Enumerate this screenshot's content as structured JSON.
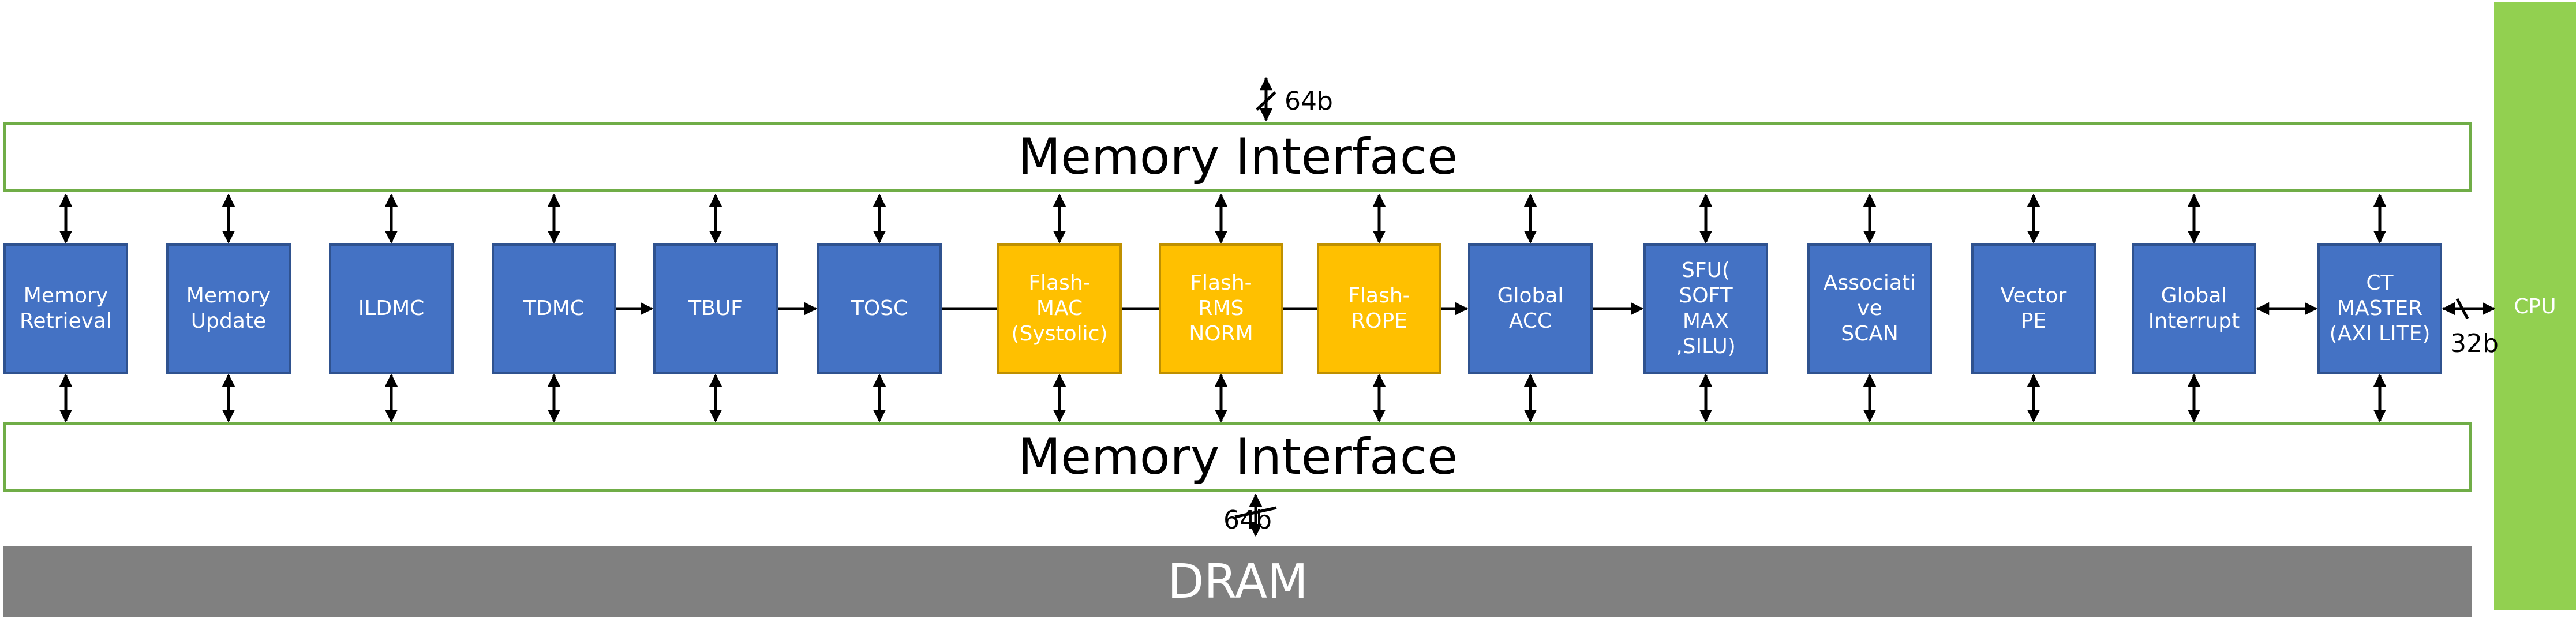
{
  "memory_interface_top": {
    "label": "Memory Interface"
  },
  "memory_interface_bottom": {
    "label": "Memory Interface"
  },
  "dram": {
    "label": "DRAM"
  },
  "cpu": {
    "label": "CPU"
  },
  "bus_widths": {
    "top": "64b",
    "bottom": "64b",
    "cpu_link": "32b"
  },
  "blocks": [
    {
      "id": "memory-retrieval",
      "label": "Memory\nRetrieval",
      "color": "#4472c4"
    },
    {
      "id": "memory-update",
      "label": "Memory\nUpdate",
      "color": "#4472c4"
    },
    {
      "id": "ildmc",
      "label": "ILDMC",
      "color": "#4472c4"
    },
    {
      "id": "tdmc",
      "label": "TDMC",
      "color": "#4472c4"
    },
    {
      "id": "tbuf",
      "label": "TBUF",
      "color": "#4472c4"
    },
    {
      "id": "tosc",
      "label": "TOSC",
      "color": "#4472c4"
    },
    {
      "id": "flash-mac",
      "label": "Flash-\nMAC\n(Systolic)",
      "color": "#ffc000"
    },
    {
      "id": "flash-rms-norm",
      "label": "Flash-\nRMS\nNORM",
      "color": "#ffc000"
    },
    {
      "id": "flash-rope",
      "label": "Flash-\nROPE",
      "color": "#ffc000"
    },
    {
      "id": "global-acc",
      "label": "Global\nACC",
      "color": "#4472c4"
    },
    {
      "id": "sfu",
      "label": "SFU(\nSOFT\nMAX\n,SILU)",
      "color": "#4472c4"
    },
    {
      "id": "associative-scan",
      "label": "Associati\nve\nSCAN",
      "color": "#4472c4"
    },
    {
      "id": "vector-pe",
      "label": "Vector\nPE",
      "color": "#4472c4"
    },
    {
      "id": "global-interrupt",
      "label": "Global\nInterrupt",
      "color": "#4472c4"
    },
    {
      "id": "ct-master",
      "label": "CT\nMASTER\n(AXI LITE)",
      "color": "#4472c4"
    }
  ],
  "colors": {
    "block_blue": "#4472c4",
    "block_orange": "#ffc000",
    "interface_border": "#70ad47",
    "dram_gray": "#808080",
    "cpu_green": "#92d050"
  }
}
